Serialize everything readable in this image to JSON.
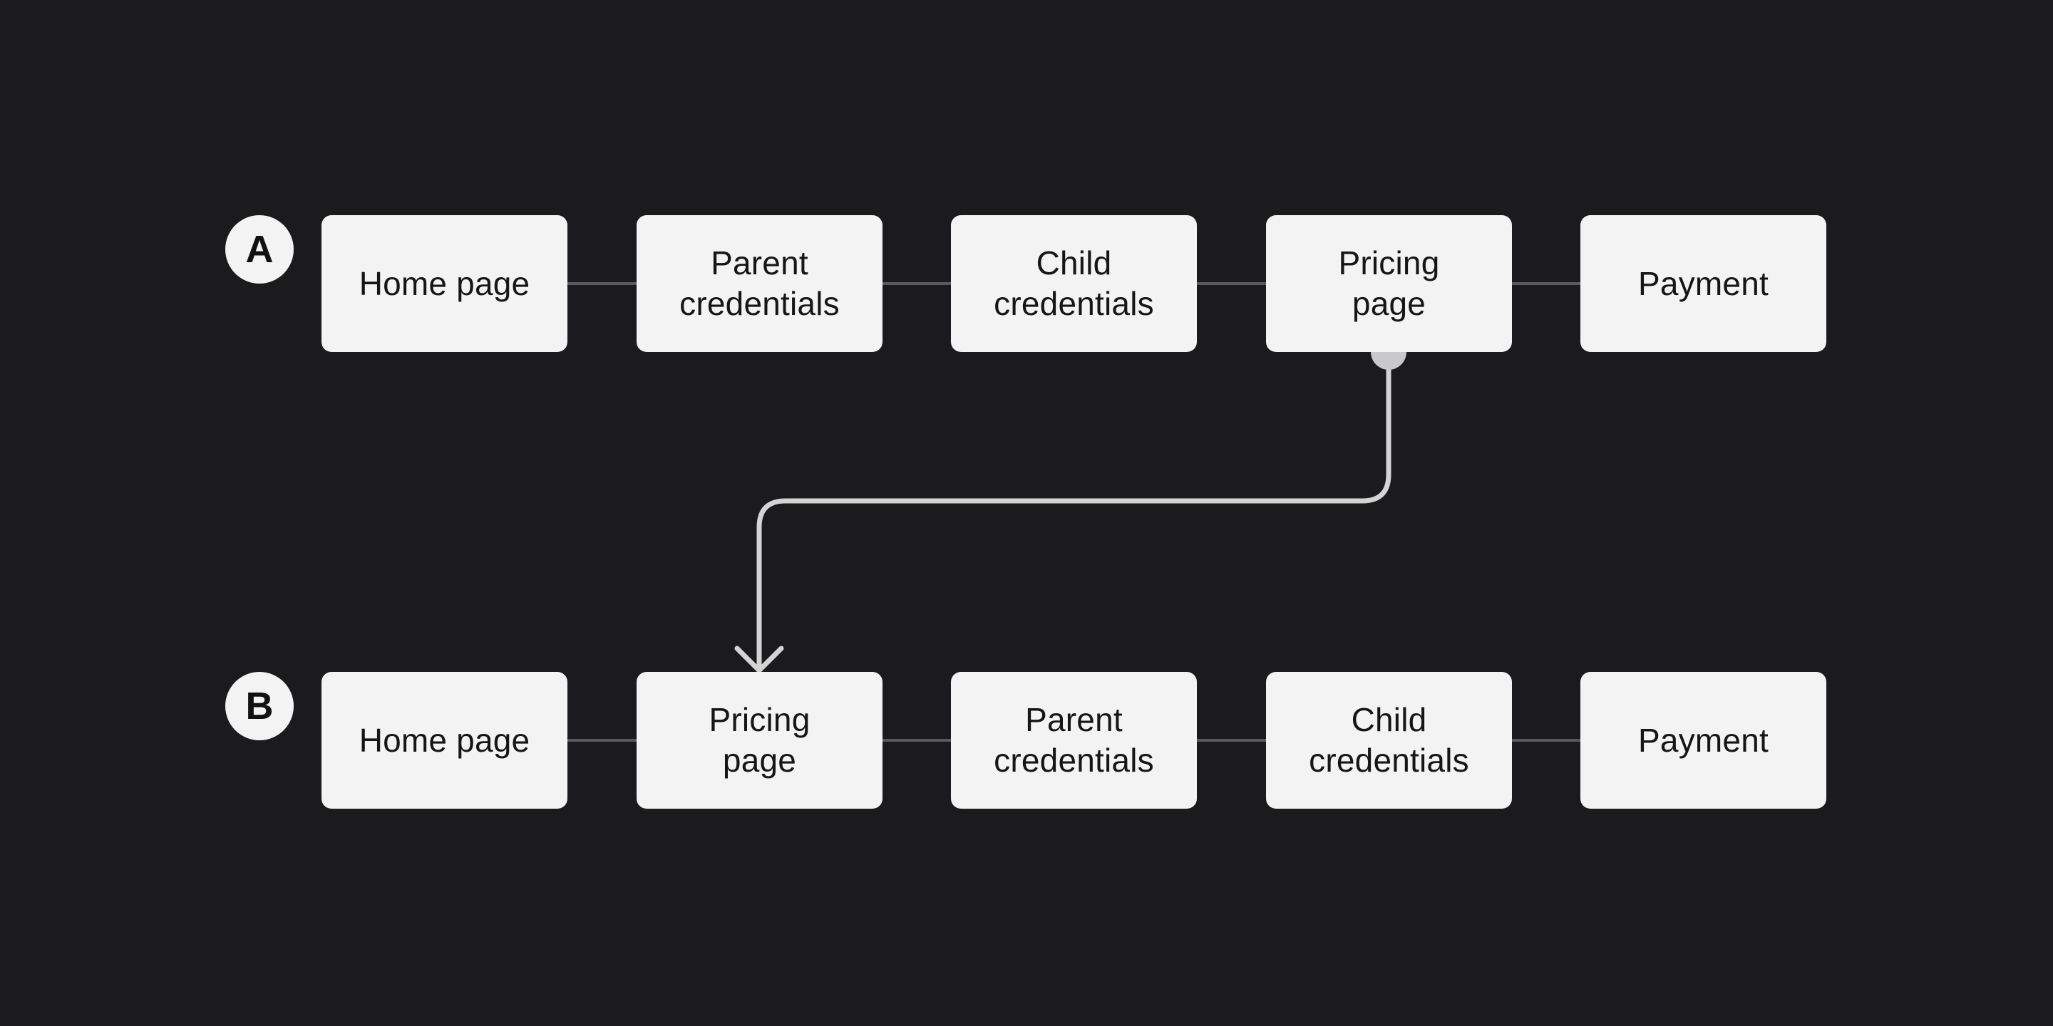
{
  "colors": {
    "background": "#1b1b1d",
    "node_fill": "#f3f3f3",
    "node_text": "#161616",
    "connector": "#5a5a5c",
    "flow_arrow": "#d4d4d4"
  },
  "flows": [
    {
      "label": "A",
      "steps": [
        {
          "label": "Home page"
        },
        {
          "label": "Parent\ncredentials"
        },
        {
          "label": "Child\ncredentials"
        },
        {
          "label": "Pricing\npage"
        },
        {
          "label": "Payment"
        }
      ]
    },
    {
      "label": "B",
      "steps": [
        {
          "label": "Home page"
        },
        {
          "label": "Pricing\npage"
        },
        {
          "label": "Parent\ncredentials"
        },
        {
          "label": "Child\ncredentials"
        },
        {
          "label": "Payment"
        }
      ]
    }
  ],
  "move_arrow": {
    "from": "A: Pricing page",
    "to": "B: Pricing page"
  }
}
